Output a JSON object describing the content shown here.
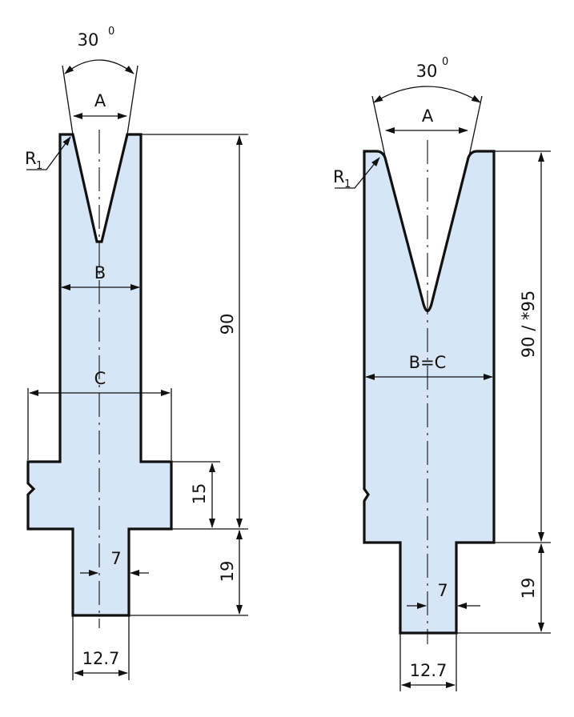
{
  "colors": {
    "part_fill": "#d6e6f6",
    "outline": "#111111",
    "background": "#ffffff"
  },
  "left_die": {
    "angle_label": "30",
    "angle_unit": "0",
    "radius_label": "R",
    "radius_index": "1",
    "opening_label": "A",
    "width_b_label": "B",
    "width_c_label": "C",
    "height_label": "90",
    "step_label": "15",
    "tang_height_label": "19",
    "tang_offset_label": "7",
    "tang_width_label": "12.7"
  },
  "right_die": {
    "angle_label": "30",
    "angle_unit": "0",
    "radius_label": "R",
    "radius_index": "1",
    "opening_label": "A",
    "width_bc_label": "B=C",
    "height_label": "90 / *95",
    "tang_height_label": "19",
    "tang_offset_label": "7",
    "tang_width_label": "12.7"
  }
}
